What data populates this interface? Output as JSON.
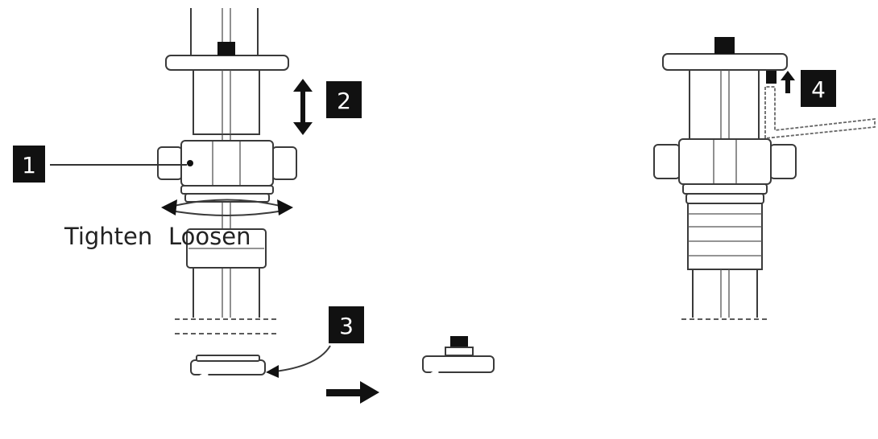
{
  "callouts": [
    {
      "id": "1",
      "label": "1"
    },
    {
      "id": "2",
      "label": "2"
    },
    {
      "id": "3",
      "label": "3"
    },
    {
      "id": "4",
      "label": "4"
    }
  ],
  "caption": {
    "tighten": "Tighten",
    "loosen": "Loosen"
  },
  "colors": {
    "ink": "#3a3a3a",
    "badge": "#111111",
    "badge_text": "#ffffff"
  }
}
